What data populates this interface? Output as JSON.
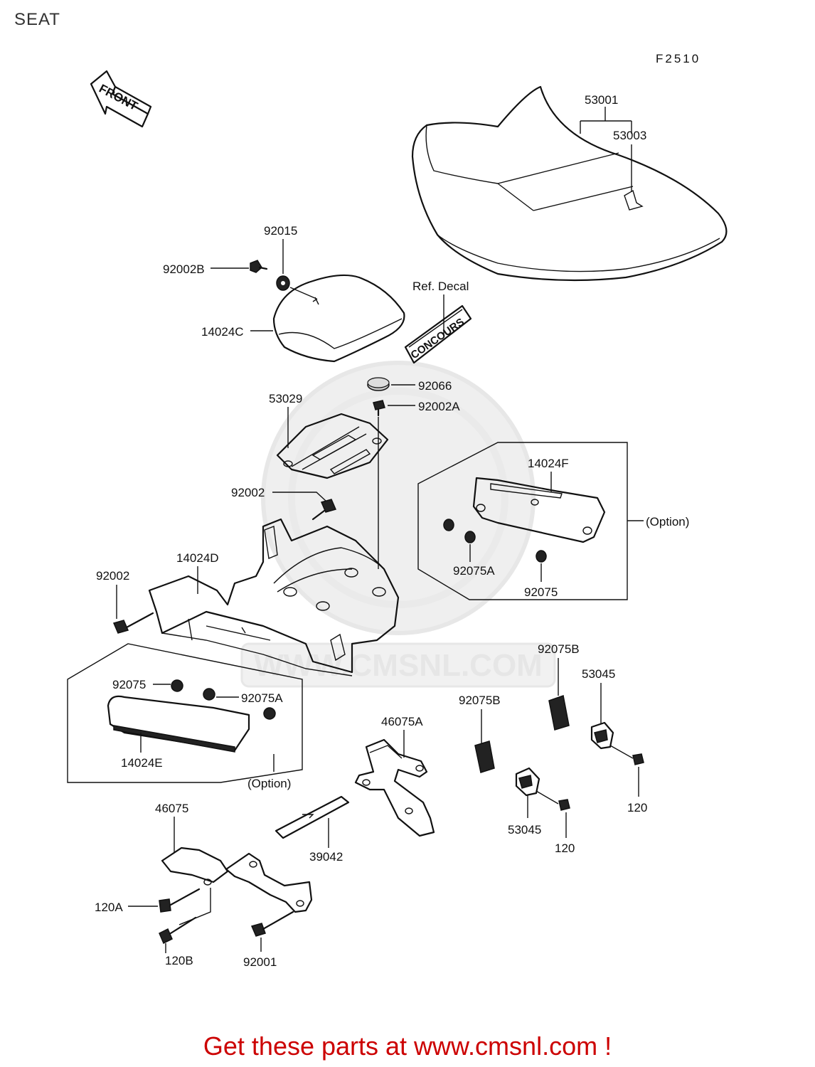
{
  "page": {
    "title": "SEAT",
    "figure_code": "F2510",
    "front_arrow_text": "FRONT",
    "watermark_text": "WWW.CMSNL.COM",
    "footer_text": "Get these parts at www.cmsnl.com !"
  },
  "callouts": [
    {
      "id": "53001",
      "text": "53001"
    },
    {
      "id": "53003",
      "text": "53003"
    },
    {
      "id": "92015",
      "text": "92015"
    },
    {
      "id": "92002B",
      "text": "92002B"
    },
    {
      "id": "ref_decal",
      "text": "Ref. Decal"
    },
    {
      "id": "14024C",
      "text": "14024C"
    },
    {
      "id": "92066",
      "text": "92066"
    },
    {
      "id": "92002A",
      "text": "92002A"
    },
    {
      "id": "53029",
      "text": "53029"
    },
    {
      "id": "14024F",
      "text": "14024F"
    },
    {
      "id": "option_right",
      "text": "(Option)"
    },
    {
      "id": "92002_upper",
      "text": "92002"
    },
    {
      "id": "92075A_right",
      "text": "92075A"
    },
    {
      "id": "92075_right",
      "text": "92075"
    },
    {
      "id": "14024D",
      "text": "14024D"
    },
    {
      "id": "92002_left",
      "text": "92002"
    },
    {
      "id": "92075B_upper",
      "text": "92075B"
    },
    {
      "id": "53045_upper",
      "text": "53045"
    },
    {
      "id": "92075_left",
      "text": "92075"
    },
    {
      "id": "92075A_left",
      "text": "92075A"
    },
    {
      "id": "92075B_lower",
      "text": "92075B"
    },
    {
      "id": "46075A",
      "text": "46075A"
    },
    {
      "id": "14024E",
      "text": "14024E"
    },
    {
      "id": "option_left",
      "text": "(Option)"
    },
    {
      "id": "120_right",
      "text": "120"
    },
    {
      "id": "53045_lower",
      "text": "53045"
    },
    {
      "id": "120_mid",
      "text": "120"
    },
    {
      "id": "46075",
      "text": "46075"
    },
    {
      "id": "39042",
      "text": "39042"
    },
    {
      "id": "120A",
      "text": "120A"
    },
    {
      "id": "120B",
      "text": "120B"
    },
    {
      "id": "92001",
      "text": "92001"
    }
  ],
  "colors": {
    "footer": "#cc0000",
    "title": "#333333",
    "line": "#111111"
  }
}
